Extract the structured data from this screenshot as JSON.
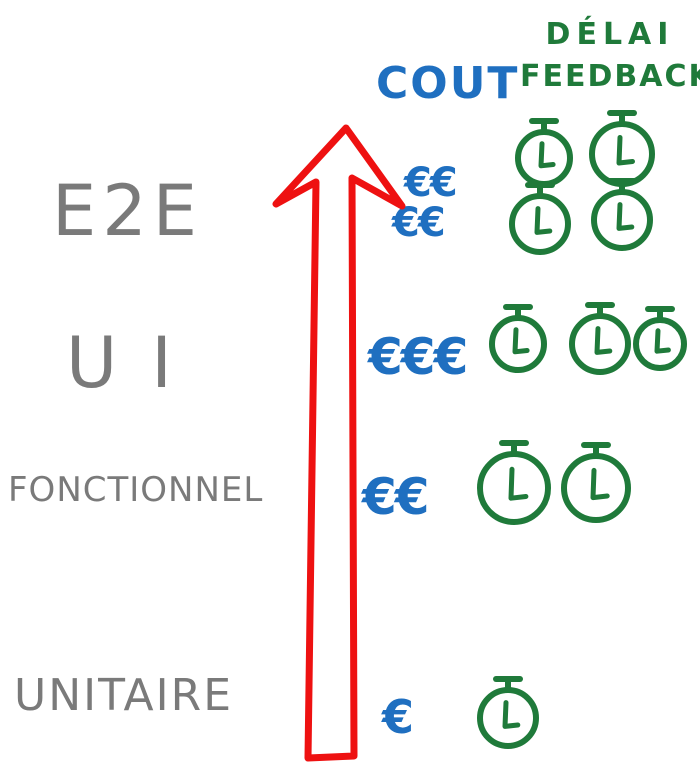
{
  "headers": {
    "cost": "COUT",
    "delay_line1": "DÉLAI",
    "delay_line2": "FEEDBACK"
  },
  "levels": [
    {
      "label": "E2E",
      "cost_rows": [
        "€€",
        "€€"
      ],
      "timers": 4
    },
    {
      "label": "UI",
      "cost_rows": [
        "€€€"
      ],
      "timers": 3
    },
    {
      "label": "FONCTIONNEL",
      "cost_rows": [
        "€€"
      ],
      "timers": 2
    },
    {
      "label": "UNITAIRE",
      "cost_rows": [
        "€"
      ],
      "timers": 1
    }
  ],
  "colors": {
    "arrow": "#ee1111",
    "cost": "#1f6fc0",
    "timer": "#1f7a3a",
    "label": "#7a7a7a"
  }
}
